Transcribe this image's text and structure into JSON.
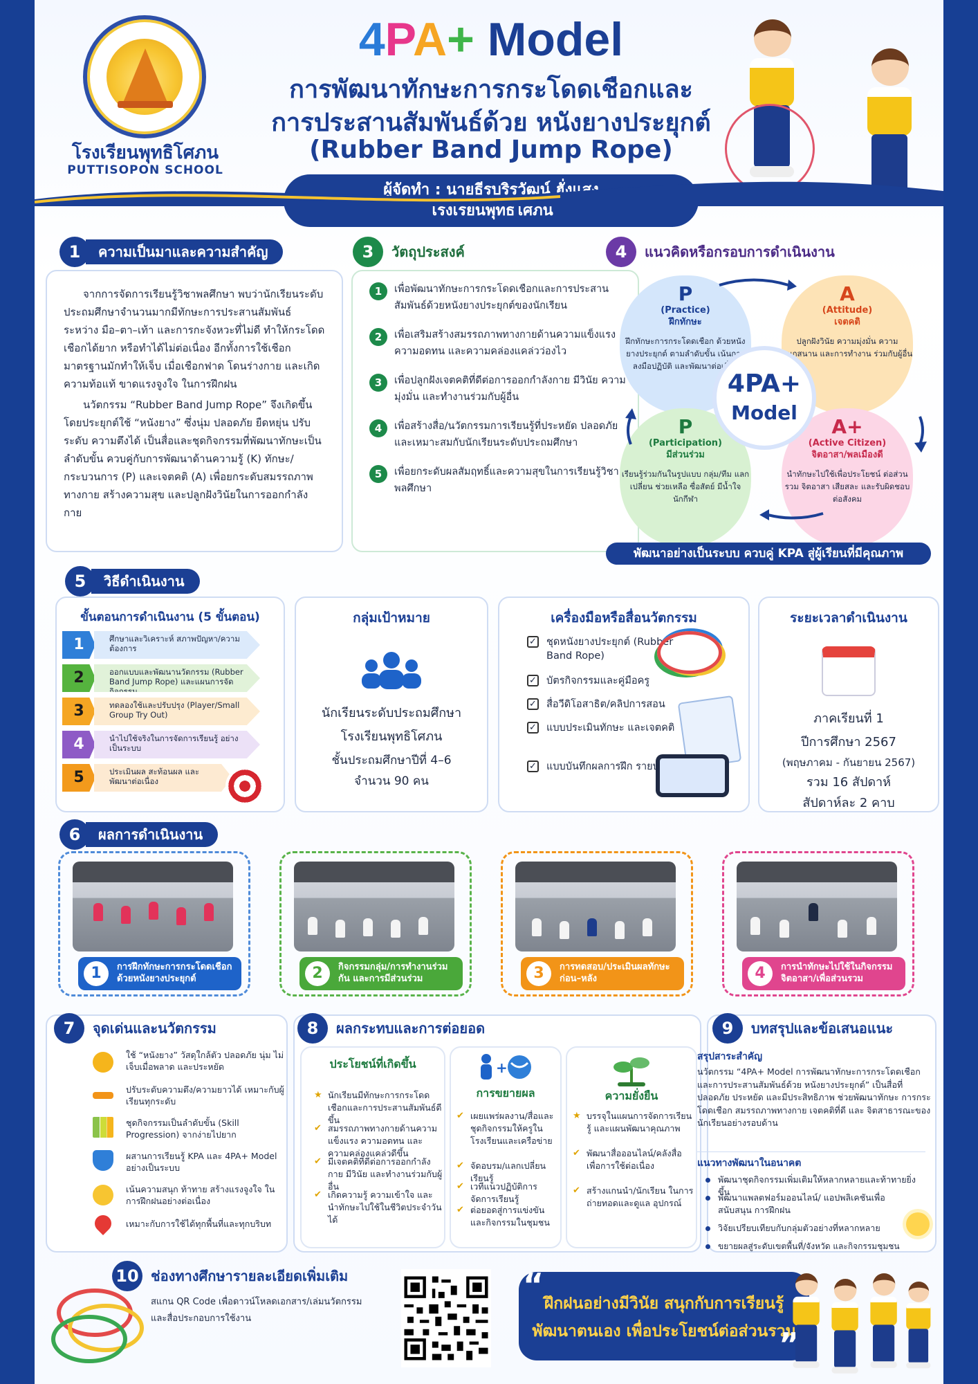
{
  "header": {
    "school_name_th": "โรงเรียนพุทธิโศภน",
    "school_name_en": "PUTTISOPON SCHOOL",
    "model_4": "4",
    "model_P": "P",
    "model_A": "A",
    "model_plus": "+",
    "model_word": " Model",
    "title_line1": "การพัฒนาทักษะการกระโดดเชือกและ",
    "title_line2": "การประสานสัมพันธ์ด้วย หนังยางประยุกต์",
    "title_line3": "(Rubber Band Jump Rope)",
    "author_line1": "ผู้จัดทำ : นายธีรบริรวัฒน์  ฮั่งแสง",
    "author_line2": "โรงเรียนพุทธิโศภน"
  },
  "section1": {
    "num": "1",
    "title": "ความเป็นมาและความสำคัญ",
    "para1": "จากการจัดการเรียนรู้วิชาพลศึกษา พบว่านักเรียนระดับประถมศึกษาจำนวนมากมีทักษะการประสานสัมพันธ์ระหว่าง มือ–ตา–เท้า และการกะจังหวะที่ไม่ดี ทำให้กระโดดเชือกได้ยาก หรือทำได้ไม่ต่อเนื่อง อีกทั้งการใช้เชือกมาตรฐานมักทำให้เจ็บ เมื่อเชือกฟาด โดนร่างกาย และเกิดความท้อแท้ ขาดแรงจูงใจ ในการฝึกฝน",
    "para2": "นวัตกรรม “Rubber Band Jump Rope” จึงเกิดขึ้น โดยประยุกต์ใช้ “หนังยาง” ซึ่งนุ่ม ปลอดภัย ยืดหยุ่น ปรับระดับ ความตึงได้ เป็นสื่อและชุดกิจกรรมที่พัฒนาทักษะเป็นลำดับขั้น ควบคู่กับการพัฒนาด้านความรู้ (K) ทักษะ/กระบวนการ (P) และเจตคติ (A) เพื่อยกระดับสมรรถภาพทางกาย สร้างความสุข และปลูกฝังวินัยในการออกกำลังกาย"
  },
  "section3": {
    "num": "3",
    "title": "วัตถุประสงค์",
    "items": [
      "เพื่อพัฒนาทักษะการกระโดดเชือกและการประสานสัมพันธ์ด้วยหนังยางประยุกต์ของนักเรียน",
      "เพื่อเสริมสร้างสมรรถภาพทางกายด้านความแข็งแรง ความอดทน และความคล่องแคล่วว่องไว",
      "เพื่อปลูกฝังเจตคติที่ดีต่อการออกกำลังกาย มีวินัย ความมุ่งมั่น และทำงานร่วมกับผู้อื่น",
      "เพื่อสร้างสื่อ/นวัตกรรมการเรียนรู้ที่ประหยัด ปลอดภัย และเหมาะสมกับนักเรียนระดับประถมศึกษา",
      "เพื่อยกระดับผลสัมฤทธิ์และความสุขในการเรียนรู้วิชาพลศึกษา"
    ]
  },
  "section4": {
    "num": "4",
    "title": "แนวคิดหรือกรอบการดำเนินงาน",
    "center_line1": "4PA+",
    "center_line2": "Model",
    "petals": [
      {
        "letter": "P",
        "en": "(Practice)",
        "th": "ฝึกทักษะ",
        "desc": "ฝึกทักษะการกระโดดเชือก ด้วยหนังยางประยุกต์ ตามลำดับขั้น เน้นการลงมือปฏิบัติ และพัฒนาต่อเนื่อง"
      },
      {
        "letter": "A",
        "en": "(Attitude)",
        "th": "เจตคติ",
        "desc": "ปลูกฝังวินัย ความมุ่งมั่น ความสนุกสนาน และการทำงาน ร่วมกับผู้อื่น"
      },
      {
        "letter": "P",
        "en": "(Participation)",
        "th": "มีส่วนร่วม",
        "desc": "เรียนรู้ร่วมกันในรูปแบบ กลุ่ม/ทีม แลกเปลี่ยน ช่วยเหลือ ซื่อสัตย์ มีน้ำใจนักกีฬา"
      },
      {
        "letter": "A+",
        "en": "(Active Citizen)",
        "th": "จิตอาสา/พลเมืองดี",
        "desc": "นำทักษะไปใช้เพื่อประโยชน์ ต่อส่วนรวม จิตอาสา เสียสละ และรับผิดชอบ ต่อสังคม"
      }
    ],
    "footer": "พัฒนาอย่างเป็นระบบ ควบคู่ KPA สู่ผู้เรียนที่มีคุณภาพ"
  },
  "section5": {
    "num": "5",
    "title": "วิธีดำเนินงาน",
    "steps_title": "ขั้นตอนการดำเนินงาน (5 ขั้นตอน)",
    "steps": [
      {
        "n": "1",
        "text": "ศึกษาและวิเคราะห์ สภาพปัญหา/ความต้องการ"
      },
      {
        "n": "2",
        "text": "ออกแบบและพัฒนานวัตกรรม (Rubber Band Jump Rope) และแผนการจัดกิจกรรม"
      },
      {
        "n": "3",
        "text": "ทดลองใช้และปรับปรุง (Player/Small Group Try Out)"
      },
      {
        "n": "4",
        "text": "นำไปใช้จริงในการจัดการเรียนรู้ อย่างเป็นระบบ"
      },
      {
        "n": "5",
        "text": "ประเมินผล สะท้อนผล และพัฒนาต่อเนื่อง"
      }
    ],
    "target_title": "กลุ่มเป้าหมาย",
    "target_lines": [
      "นักเรียนระดับประถมศึกษา",
      "โรงเรียนพุทธิโศภน",
      "ชั้นประถมศึกษาปีที่ 4–6",
      "จำนวน 90 คน"
    ],
    "tools_title": "เครื่องมือหรือสื่อนวัตกรรม",
    "tools": [
      "ชุดหนังยางประยุกต์ (Rubber Band Rope)",
      "บัตรกิจกรรมและคู่มือครู",
      "สื่อวีดิโอสาธิต/คลิปการสอน",
      "แบบประเมินทักษะ และเจตคติ",
      "แบบบันทึกผลการฝึก รายบุคคล"
    ],
    "time_title": "ระยะเวลาดำเนินงาน",
    "time_lines": [
      "ภาคเรียนที่ 1",
      "ปีการศึกษา 2567",
      "(พฤษภาคม - กันยายน 2567)",
      "รวม 16 สัปดาห์",
      "สัปดาห์ละ 2 คาบ"
    ]
  },
  "section6": {
    "num": "6",
    "title": "ผลการดำเนินงาน",
    "cards": [
      {
        "n": "1",
        "caption": "การฝึกทักษะการกระโดดเชือก ด้วยหนังยางประยุกต์",
        "color": "#1e63c9"
      },
      {
        "n": "2",
        "caption": "กิจกรรมกลุ่ม/การทำงานร่วมกัน และการมีส่วนร่วม",
        "color": "#4aa83a"
      },
      {
        "n": "3",
        "caption": "การทดสอบ/ประเมินผลทักษะ ก่อน–หลัง",
        "color": "#f29418"
      },
      {
        "n": "4",
        "caption": "การนำทักษะไปใช้ในกิจกรรม จิตอาสา/เพื่อส่วนรวม",
        "color": "#e0458e"
      }
    ]
  },
  "section7": {
    "num": "7",
    "title": "จุดเด่นและนวัตกรรม",
    "items": [
      "ใช้ “หนังยาง” วัสดุใกล้ตัว ปลอดภัย นุ่ม ไม่เจ็บเมื่อพลาด และประหยัด",
      "ปรับระดับความตึง/ความยาวได้ เหมาะกับผู้เรียนทุกระดับ",
      "ชุดกิจกรรมเป็นลำดับขั้น (Skill Progression) จากง่ายไปยาก",
      "ผสานการเรียนรู้ KPA และ 4PA+ Model อย่างเป็นระบบ",
      "เน้นความสนุก ท้าทาย สร้างแรงจูงใจ ในการฝึกฝนอย่างต่อเนื่อง",
      "เหมาะกับการใช้ได้ทุกพื้นที่และทุกบริบท"
    ]
  },
  "section8": {
    "num": "8",
    "title": "ผลกระทบและการต่อยอด",
    "benefit_title": "ประโยชน์ที่เกิดขึ้น",
    "benefits": [
      "นักเรียนมีทักษะการกระโดดเชือกและการประสานสัมพันธ์ดีขึ้น",
      "สมรรถภาพทางกายด้านความแข็งแรง ความอดทน และความคล่องแคล่วดีขึ้น",
      "มีเจตคติที่ดีต่อการออกกำลังกาย มีวินัย และทำงานร่วมกับผู้อื่น",
      "เกิดความรู้ ความเข้าใจ และนำทักษะไปใช้ในชีวิตประจำวันได้"
    ],
    "expand_title": "การขยายผล",
    "expands": [
      "เผยแพร่ผลงาน/สื่อและชุดกิจกรรมให้ครูใน โรงเรียนและเครือข่าย",
      "จัดอบรม/แลกเปลี่ยนเรียนรู้",
      "เวทีแนวปฏิบัติการจัดการเรียนรู้",
      "ต่อยอดสู่การแข่งขัน และกิจกรรมในชุมชน"
    ],
    "sustain_title": "ความยั่งยืน",
    "sustains": [
      "บรรจุในแผนการจัดการเรียนรู้ และแผนพัฒนาคุณภาพ",
      "พัฒนาสื่อออนไลน์/คลังสื่อ เพื่อการใช้ต่อเนื่อง",
      "สร้างแกนนำ/นักเรียน ในการถ่ายทอดและดูแล อุปกรณ์"
    ]
  },
  "section9": {
    "num": "9",
    "title": "บทสรุปและข้อเสนอแนะ",
    "summary_title": "สรุปสาระสำคัญ",
    "summary": "นวัตกรรม “4PA+ Model การพัฒนาทักษะการกระโดดเชือก และการประสานสัมพันธ์ด้วย หนังยางประยุกต์” เป็นสื่อที่ ปลอดภัย ประหยัด และมีประสิทธิภาพ ช่วยพัฒนาทักษะ การกระโดดเชือก สมรรถภาพทางกาย เจตคติที่ดี และ จิตสาธารณะของนักเรียนอย่างรอบด้าน",
    "future_title": "แนวทางพัฒนาในอนาคต",
    "future": [
      "พัฒนาชุดกิจกรรมเพิ่มเติมให้หลากหลายและท้าทายยิ่งขึ้น",
      "พัฒนาแพลตฟอร์มออนไลน์/ แอปพลิเคชันเพื่อสนับสนุน การฝึกฝน",
      "วิจัยเปรียบเทียบกับกลุ่มตัวอย่างที่หลากหลาย",
      "ขยายผลสู่ระดับเขตพื้นที่/จังหวัด และกิจกรรมชุมชน"
    ]
  },
  "section10": {
    "num": "10",
    "title": "ช่องทางศึกษารายละเอียดเพิ่มเติม",
    "desc_line1": "สแกน QR Code เพื่อดาวน์โหลดเอกสาร/เล่มนวัตกรรม",
    "desc_line2": "และสื่อประกอบการใช้งาน",
    "quote_line1": "ฝึกฝนอย่างมีวินัย  สนุกกับการเรียนรู้",
    "quote_line2": "พัฒนาตนเอง  เพื่อประโยชน์ต่อส่วนรวม"
  },
  "colors": {
    "navy": "#1b3f94",
    "green": "#1d8a4a",
    "purple": "#6b3aa6",
    "orange": "#f29418",
    "pink": "#e0458e",
    "blue": "#1e63c9"
  }
}
